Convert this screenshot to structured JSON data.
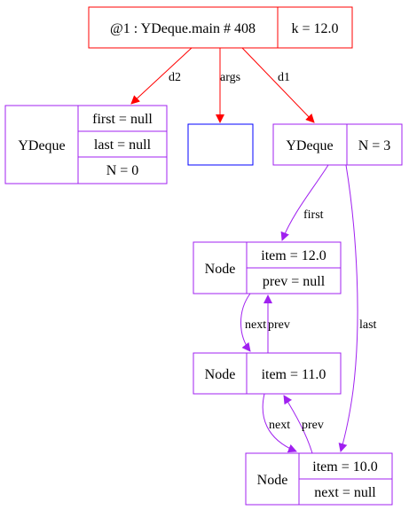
{
  "colors": {
    "frame": "#ff0000",
    "object": "#a020f0",
    "args_box": "#0000ff",
    "text": "#000000",
    "background": "#ffffff"
  },
  "frame": {
    "title": "@1 : YDeque.main # 408",
    "local": "k = 12.0"
  },
  "d2": {
    "type": "YDeque",
    "fields": [
      "first = null",
      "last = null",
      "N = 0"
    ]
  },
  "d1": {
    "type": "YDeque",
    "fields": [
      "N = 3"
    ]
  },
  "node1": {
    "type": "Node",
    "fields": [
      "item = 12.0",
      "prev = null"
    ]
  },
  "node2": {
    "type": "Node",
    "fields": [
      "item = 11.0"
    ]
  },
  "node3": {
    "type": "Node",
    "fields": [
      "item = 10.0",
      "next = null"
    ]
  },
  "edges": {
    "d2": "d2",
    "args": "args",
    "d1": "d1",
    "first": "first",
    "last": "last",
    "next1": "next",
    "prev1": "prev",
    "next2": "next",
    "prev2": "prev"
  }
}
